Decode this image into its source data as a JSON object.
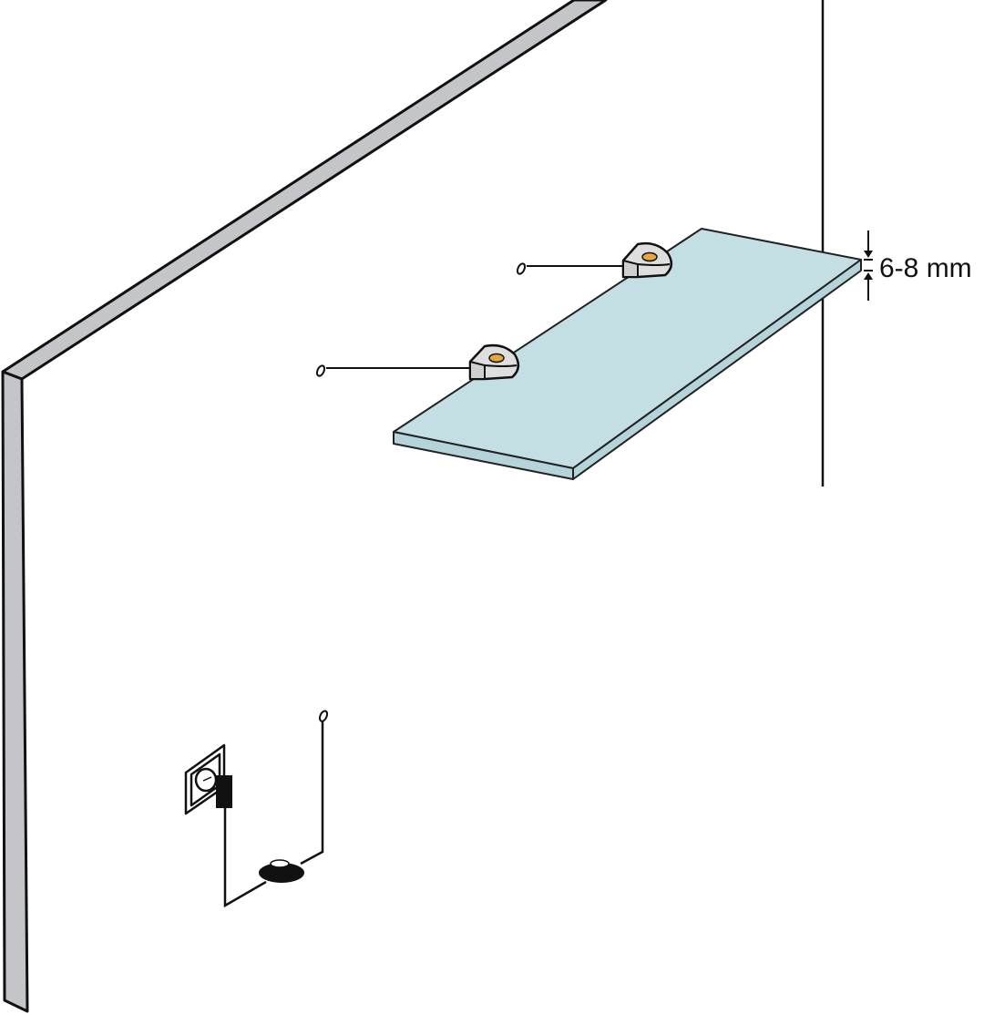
{
  "diagram": {
    "type": "installation-illustration",
    "subject": "glass shelf with two mounting brackets and cable to power socket",
    "dimension_label": "6-8 mm",
    "colors": {
      "background": "#ffffff",
      "wall_edge": "#c4c5c9",
      "glass": "#c4dfe3",
      "glass_edge": "#b5d4d9",
      "bracket": "#dcdcdc",
      "bracket_led": "#e8a73a",
      "outline": "#111111"
    },
    "components": [
      {
        "name": "wall-panel",
        "description": "Wall/cabinet side panel shown in perspective"
      },
      {
        "name": "glass-shelf",
        "description": "Glass shelf, thickness 6-8 mm"
      },
      {
        "name": "bracket-1",
        "description": "Upper shelf bracket with LED"
      },
      {
        "name": "bracket-2",
        "description": "Lower shelf bracket with LED"
      },
      {
        "name": "cable-1",
        "description": "Cable from upper bracket"
      },
      {
        "name": "cable-2",
        "description": "Cable from lower bracket"
      },
      {
        "name": "power-socket",
        "description": "Wall power socket with plug adapter"
      },
      {
        "name": "connector-hub",
        "description": "Cable junction/connector"
      }
    ]
  }
}
